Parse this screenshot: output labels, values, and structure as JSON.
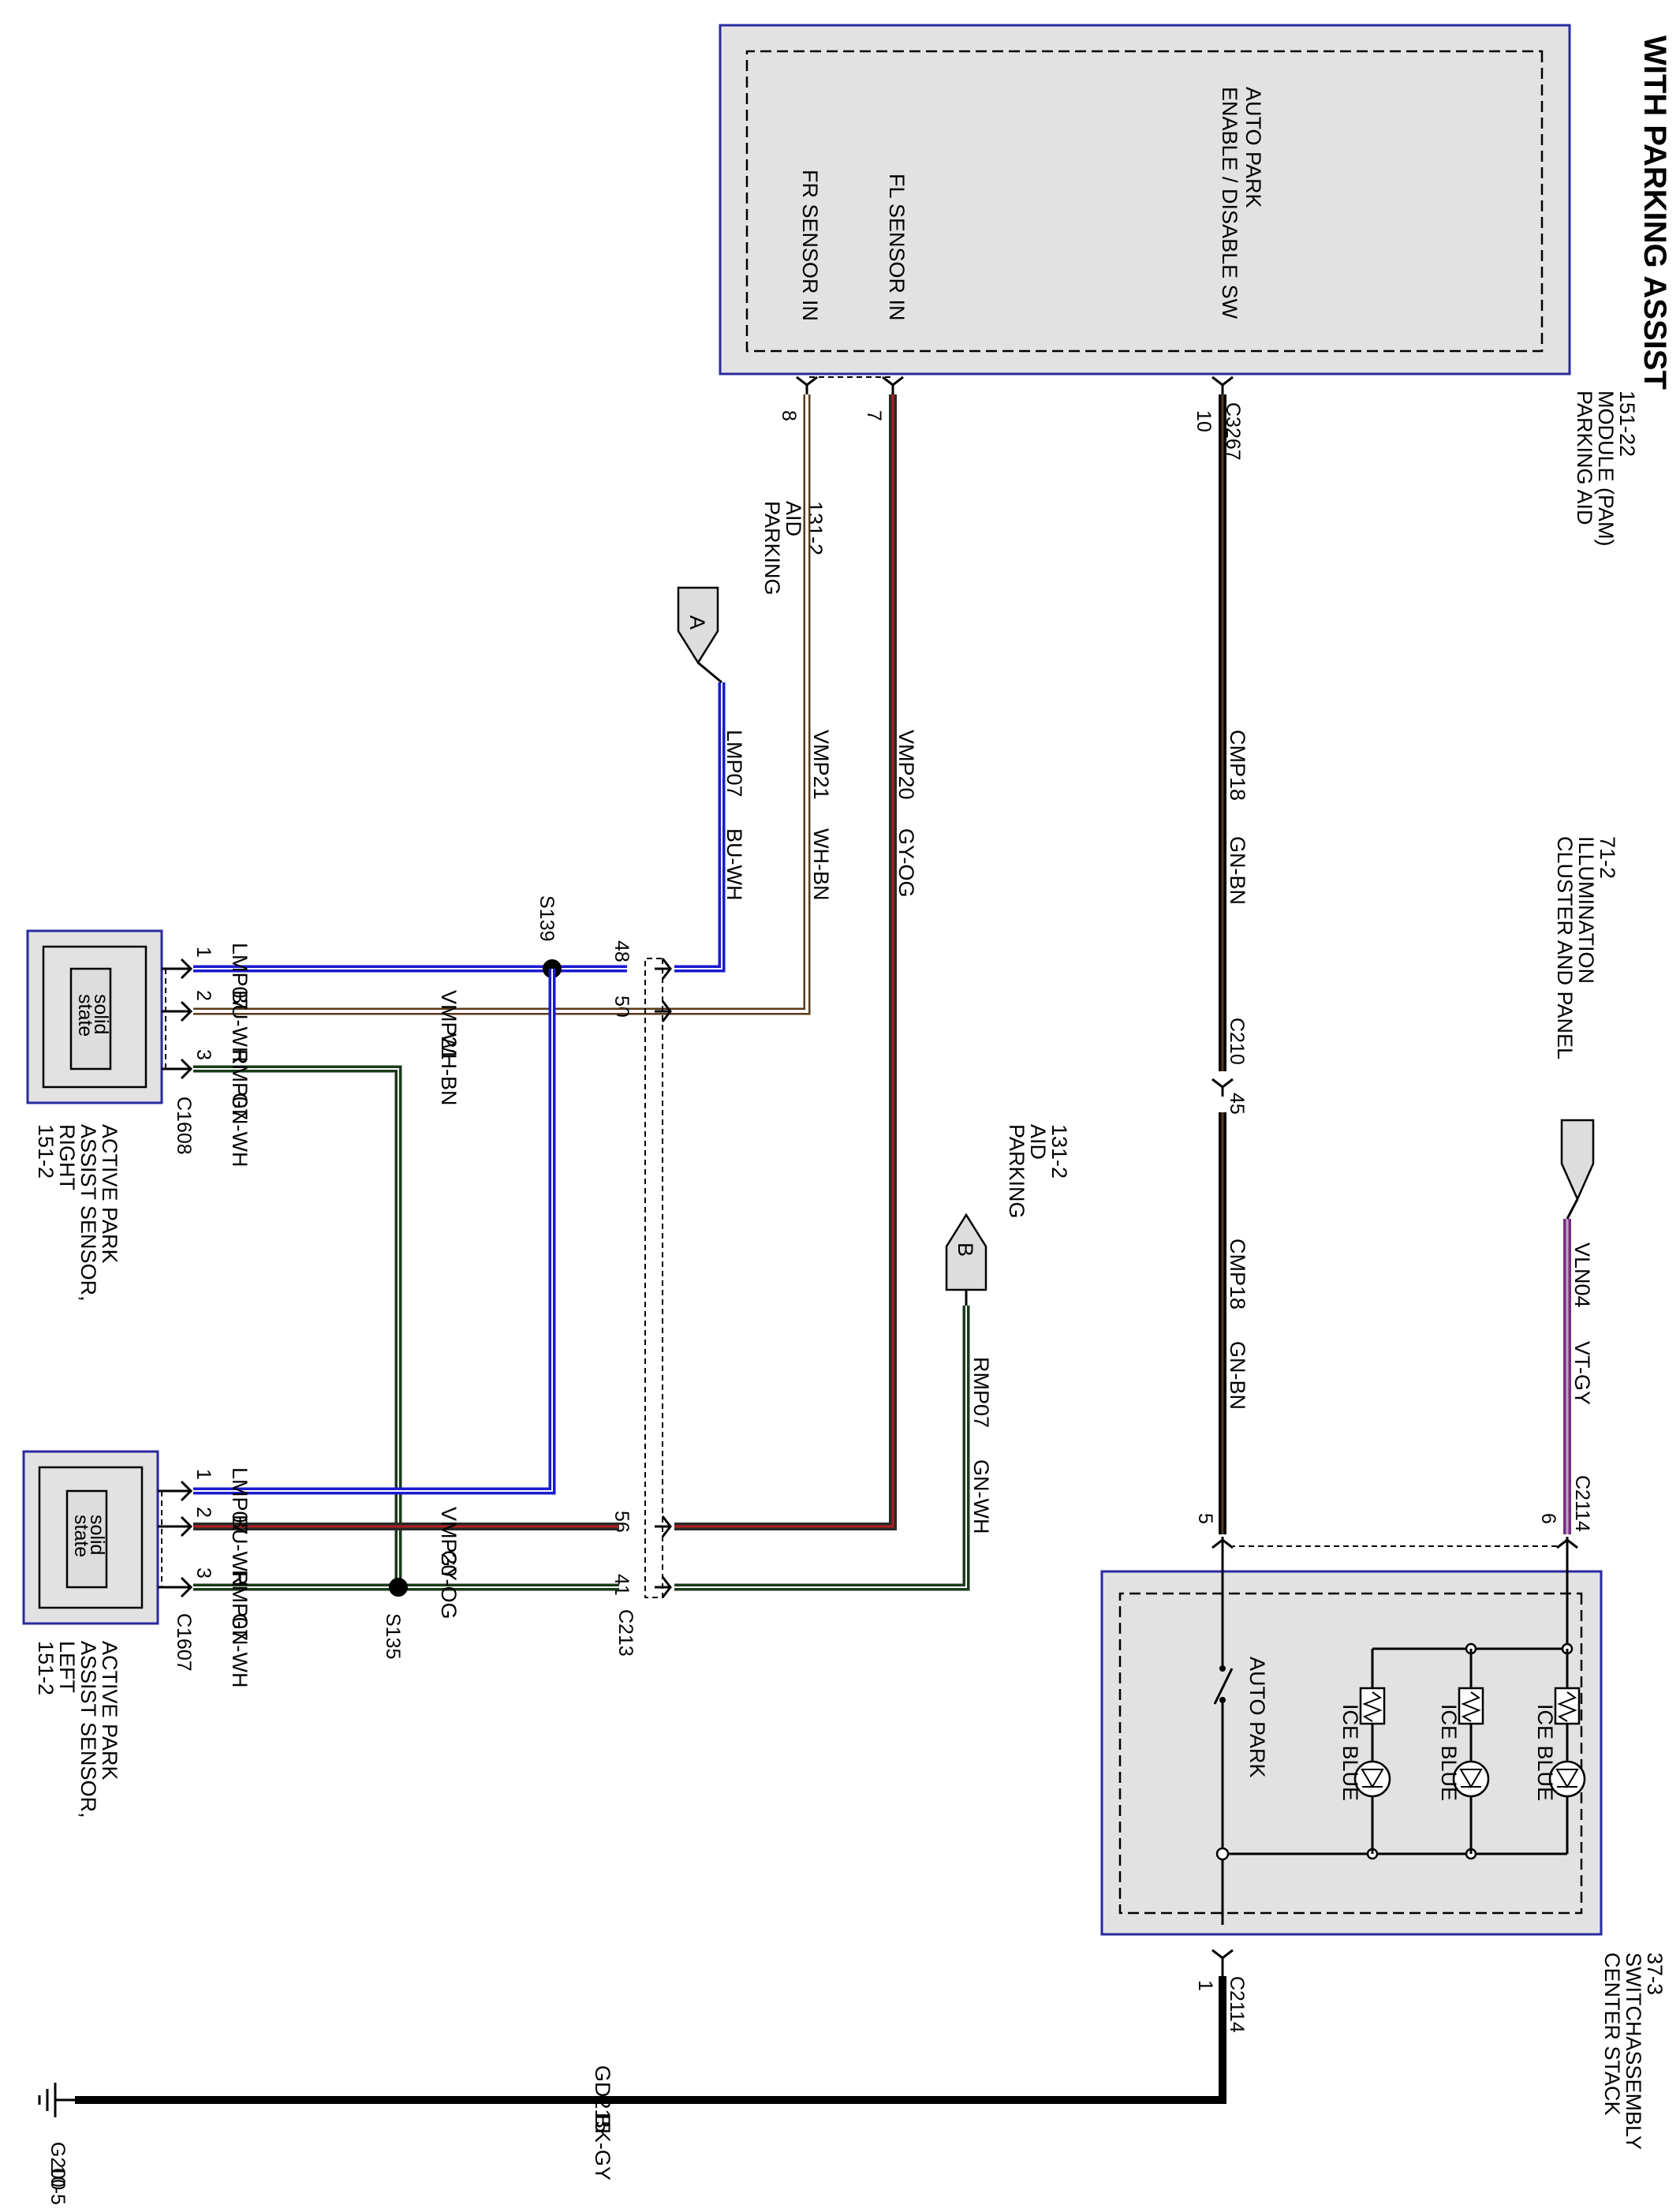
{
  "title": "WITH PARKING ASSIST",
  "components": {
    "pam": {
      "lines": [
        "PARKING AID",
        "MODULE (PAM)",
        "151-22"
      ],
      "connector": "C3267",
      "pins": [
        {
          "num": "10",
          "label": [
            "AUTO PARK",
            "ENABLE / DISABLE SW"
          ]
        },
        {
          "num": "7",
          "label": [
            "FL SENSOR IN"
          ]
        },
        {
          "num": "8",
          "label": [
            "FR SENSOR IN"
          ]
        }
      ]
    },
    "cluster": {
      "lines": [
        "CLUSTER AND PANEL",
        "ILLUMINATION",
        "71-2"
      ]
    },
    "center_stack": {
      "lines": [
        "CENTER STACK",
        "SWITCHASSEMBLY",
        "37-3"
      ],
      "switch_label": "AUTO PARK",
      "led_label": "ICE BLUE"
    },
    "sensor_right": {
      "lines": [
        "ACTIVE PARK",
        "ASSIST SENSOR,",
        "RIGHT",
        "151-2"
      ],
      "connector": "C1608",
      "inner": [
        "solid",
        "state"
      ]
    },
    "sensor_left": {
      "lines": [
        "ACTIVE PARK",
        "ASSIST SENSOR,",
        "LEFT",
        "151-2"
      ],
      "connector": "C1607",
      "inner": [
        "solid",
        "state"
      ]
    },
    "parking_aid_a": {
      "lines": [
        "PARKING",
        "AID",
        "131-2"
      ],
      "letter": "A"
    },
    "parking_aid_b": {
      "lines": [
        "PARKING",
        "AID",
        "131-2"
      ],
      "letter": "B"
    },
    "ground": {
      "lines": [
        "G200",
        "10-5"
      ]
    }
  },
  "wires": [
    {
      "circuit": "CMP18",
      "color_code": "GN-BN",
      "colors": [
        "#1a1a1a",
        "#5a3a1a"
      ]
    },
    {
      "circuit": "VLN04",
      "color_code": "VT-GY",
      "colors": [
        "#7a2a8a",
        "#999999"
      ]
    },
    {
      "circuit": "VMP20",
      "color_code": "GY-OG",
      "colors": [
        "#2a2a2a",
        "#b02020"
      ]
    },
    {
      "circuit": "VMP21",
      "color_code": "WH-BN",
      "colors": [
        "#ffffff",
        "#5a3a1a"
      ]
    },
    {
      "circuit": "LMP07",
      "color_code": "BU-WH",
      "colors": [
        "#1a1ad0",
        "#ffffff"
      ]
    },
    {
      "circuit": "RMP07",
      "color_code": "GN-WH",
      "colors": [
        "#1a3a1a",
        "#ffffff"
      ]
    },
    {
      "circuit": "GD215",
      "color_code": "BK-GY",
      "colors": [
        "#000000",
        "#666666"
      ]
    }
  ],
  "connectors": {
    "c3267": "C3267",
    "c210": "C210",
    "c210_pin": "45",
    "c2114_pin5": "5",
    "c2114_pin6": "6",
    "c2114": "C2114",
    "c2114_pin1": "1",
    "c213": "C213",
    "c213_pins": [
      "48",
      "50",
      "56",
      "41"
    ],
    "s139": "S139",
    "s135": "S135",
    "sensor_pins": [
      "1",
      "2",
      "3"
    ]
  },
  "colors": {
    "box_border": "#2a2aa0",
    "box_fill": "#e2e2e2"
  }
}
